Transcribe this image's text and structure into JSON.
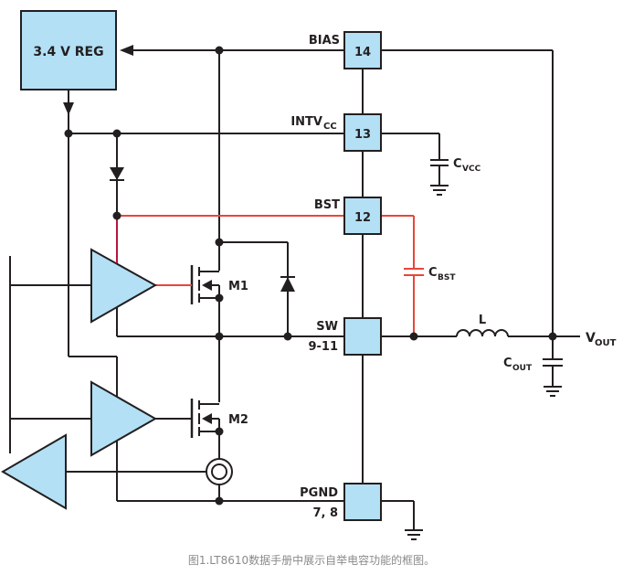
{
  "colors": {
    "block_fill": "#b3e0f5",
    "line": "#231f20",
    "bootstrap_red": "#e8463a",
    "bootstrap_dark_red": "#b5163f",
    "caption": "#8a8a8a"
  },
  "regulator": {
    "label": "3.4 V REG"
  },
  "pins": {
    "bias": {
      "name": "BIAS",
      "number": "14"
    },
    "intvcc": {
      "name": "INTV",
      "sub": "CC",
      "number": "13"
    },
    "bst": {
      "name": "BST",
      "number": "12"
    },
    "sw": {
      "name": "SW",
      "number": "9-11"
    },
    "pgnd": {
      "name": "PGND",
      "number": "7, 8"
    }
  },
  "components": {
    "cvcc": {
      "name": "C",
      "sub": "VCC"
    },
    "cbst": {
      "name": "C",
      "sub": "BST"
    },
    "inductor": {
      "name": "L"
    },
    "cout": {
      "name": "C",
      "sub": "OUT"
    },
    "vout": {
      "name": "V",
      "sub": "OUT"
    },
    "m1": {
      "name": "M1"
    },
    "m2": {
      "name": "M2"
    }
  },
  "caption": "图1.LT8610数据手册中展示自举电容功能的框图。"
}
